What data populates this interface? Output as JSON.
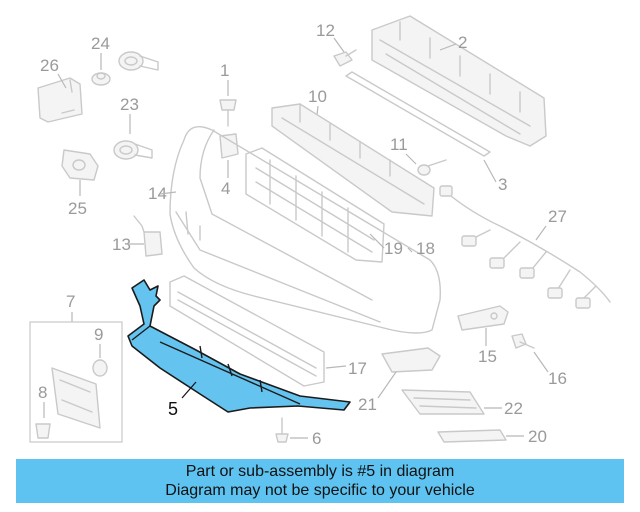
{
  "diagram": {
    "callouts": [
      "26",
      "24",
      "23",
      "25",
      "12",
      "2",
      "3",
      "1",
      "4",
      "10",
      "11",
      "14",
      "13",
      "19",
      "18",
      "27",
      "7",
      "9",
      "8",
      "15",
      "16",
      "17",
      "21",
      "22",
      "6",
      "20"
    ],
    "highlighted_part": "5",
    "highlight_color": "#64c3ef"
  },
  "banner": {
    "line1": "Part or sub-assembly is #5 in diagram",
    "line2": "Diagram may not be specific to your vehicle",
    "background": "#5ec3f0"
  }
}
